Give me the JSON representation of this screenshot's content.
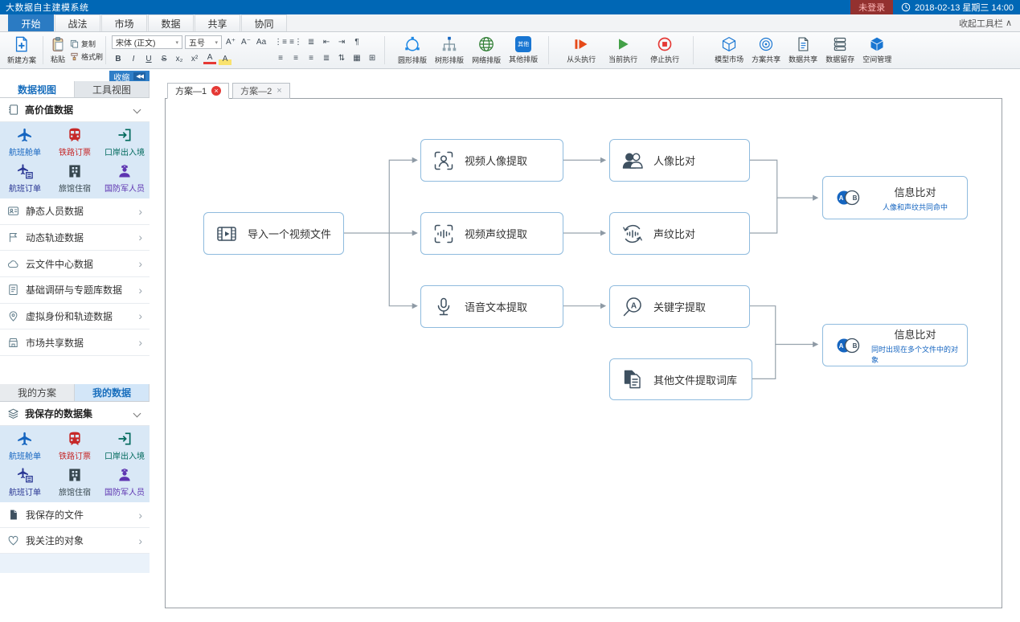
{
  "titlebar": {
    "title": "大数据自主建模系统",
    "login_status": "未登录",
    "datetime": "2018-02-13 星期三 14:00"
  },
  "menubar": {
    "tabs": [
      "开始",
      "战法",
      "市场",
      "数据",
      "共享",
      "协同"
    ],
    "collapse_toolbar": "收起工具栏",
    "collapse_chevron": "∧"
  },
  "toolbar": {
    "new_scheme": "新建方案",
    "paste": "粘贴",
    "copy": "复制",
    "format_painter": "格式刷",
    "font_name": "宋体 (正文)",
    "font_size": "五号",
    "font_small": [
      "A⁺",
      "A⁻",
      "Aa"
    ],
    "font_row2": [
      "B",
      "I",
      "U",
      "S",
      "x₂",
      "x²",
      "A",
      "A"
    ],
    "para_row1": [
      "⋮≡",
      "≡⋮",
      "≣",
      "⇤",
      "⇥",
      "¶"
    ],
    "para_row2": [
      "≡",
      "≡",
      "≡",
      "≣",
      "⇅",
      "▦",
      "⊞"
    ],
    "layout_group": {
      "circle": "圆形排版",
      "tree": "树形排版",
      "network": "网络排版",
      "other": "其他排版",
      "other_glyph": "其他"
    },
    "run_group": {
      "from_start": "从头执行",
      "current": "当前执行",
      "stop": "停止执行"
    },
    "manage_group": {
      "model_market": "模型市场",
      "scheme_share": "方案共享",
      "data_share": "数据共享",
      "data_retain": "数据留存",
      "space_manage": "空间管理"
    }
  },
  "sidebar": {
    "collapse": "收缩",
    "view_tabs": [
      "数据视图",
      "工具视图"
    ],
    "high_value_header": "高价值数据",
    "high_value_items": [
      {
        "label": "航班舱单",
        "color": "#1565c0"
      },
      {
        "label": "铁路订票",
        "color": "#c62828"
      },
      {
        "label": "口岸出入境",
        "color": "#00695c"
      },
      {
        "label": "航班订单",
        "color": "#283593"
      },
      {
        "label": "旅馆住宿",
        "color": "#37474f"
      },
      {
        "label": "国防军人员",
        "color": "#5e35b1"
      }
    ],
    "categories": [
      "静态人员数据",
      "动态轨迹数据",
      "云文件中心数据",
      "基础调研与专题库数据",
      "虚拟身份和轨迹数据",
      "市场共享数据"
    ],
    "my_tabs": [
      "我的方案",
      "我的数据"
    ],
    "saved_header": "我保存的数据集",
    "saved_items": [
      {
        "label": "航班舱单",
        "color": "#1565c0"
      },
      {
        "label": "铁路订票",
        "color": "#c62828"
      },
      {
        "label": "口岸出入境",
        "color": "#00695c"
      },
      {
        "label": "航班订单",
        "color": "#283593"
      },
      {
        "label": "旅馆住宿",
        "color": "#37474f"
      },
      {
        "label": "国防军人员",
        "color": "#5e35b1"
      }
    ],
    "files_item": "我保存的文件",
    "follow_item": "我关注的对象"
  },
  "canvas": {
    "scheme_tabs": [
      "方案—1",
      "方案—2"
    ],
    "nodes": {
      "import_video": "导入一个视频文件",
      "face_extract": "视频人像提取",
      "voice_extract": "视频声纹提取",
      "text_extract": "语音文本提取",
      "face_compare": "人像比对",
      "voice_compare": "声纹比对",
      "keyword_extract": "关键字提取",
      "other_files": "其他文件提取词库",
      "info_av": {
        "title": "信息比对",
        "subtitle": "人像和声纹共同命中"
      },
      "info_multi": {
        "title": "信息比对",
        "subtitle": "同时出现在多个文件中的对象"
      }
    }
  },
  "glyphs": {
    "close": "×",
    "chevron_right": "›",
    "collapse_arrows": "◀◀",
    "dropdown": "▾",
    "letter_a": "A",
    "letter_b": "B"
  },
  "colors": {
    "titlebar": "#0067b5",
    "accent": "#2b7bc3",
    "node_border": "#8fbbde",
    "link_blue": "#1565c0",
    "run_green": "#43a047",
    "stop_red": "#e53935",
    "exec_orange": "#e64a19"
  }
}
